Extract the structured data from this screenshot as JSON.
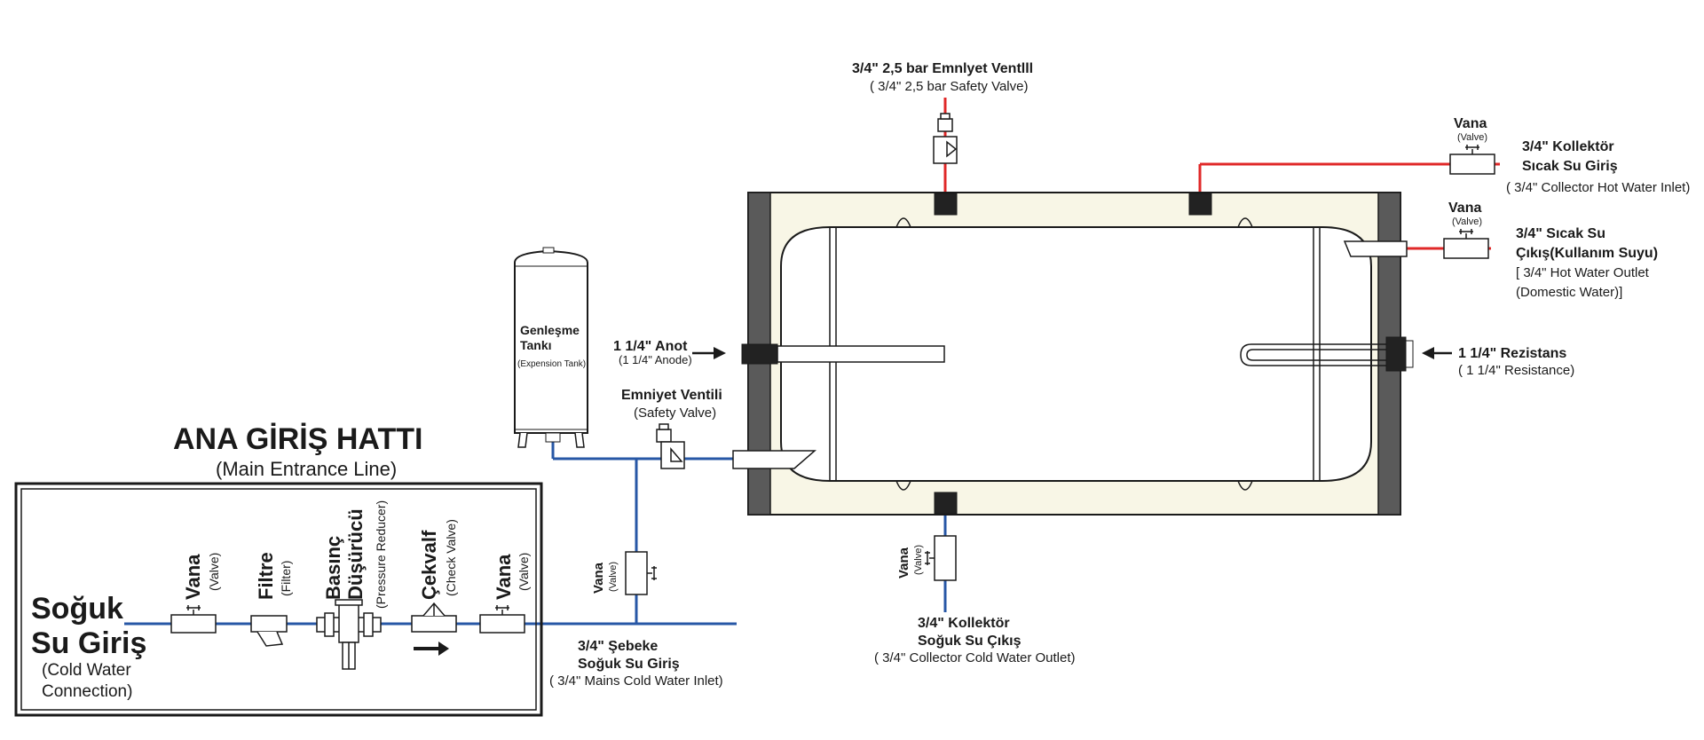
{
  "colors": {
    "cold_line": "#2757a6",
    "hot_line": "#e02828",
    "tank_fill": "#f8f6e6",
    "tank_end": "#5a5a5a",
    "outline": "#1a1a1a"
  },
  "main_line": {
    "title": "ANA GİRİŞ HATTI",
    "subtitle": "(Main Entrance Line)"
  },
  "cold_inlet": {
    "line1": "Soğuk",
    "line2": "Su Giriş",
    "en1": "(Cold Water",
    "en2": "Connection)"
  },
  "vana1": {
    "tr": "Vana",
    "en": "(Valve)"
  },
  "filtre": {
    "tr": "Filtre",
    "en": "(Filter)"
  },
  "reducer": {
    "tr1": "Basınç",
    "tr2": "Düşürücü",
    "en": "(Pressure Reducer)"
  },
  "cekvalf": {
    "tr": "Çekvalf",
    "en": "(Check Valve)"
  },
  "vana2": {
    "tr": "Vana",
    "en": "(Valve)"
  },
  "vana_branch": {
    "tr": "Vana",
    "en": "(Valve)"
  },
  "mains_inlet": {
    "tr1": "3/4\" Şebeke",
    "tr2": "Soğuk Su Giriş",
    "en": "( 3/4\" Mains Cold Water Inlet)"
  },
  "expansion_tank": {
    "tr1": "Genleşme",
    "tr2": "Tankı",
    "en": "(Expension Tank)"
  },
  "safety_valve": {
    "tr": "Emniyet Ventili",
    "en": "(Safety Valve)"
  },
  "anode": {
    "tr": "1 1/4\" Anot",
    "en": "(1 1/4\" Anode)"
  },
  "top_safety": {
    "tr": "3/4\" 2,5 bar Emnlyet Ventlll",
    "en": "( 3/4\" 2,5 bar Safety Valve)"
  },
  "collector_hot": {
    "valve_tr": "Vana",
    "valve_en": "(Valve)",
    "tr1": "3/4\" Kollektör",
    "tr2": "Sıcak Su Giriş",
    "en": "( 3/4\" Collector Hot Water Inlet)"
  },
  "hot_outlet": {
    "valve_tr": "Vana",
    "valve_en": "(Valve)",
    "tr1": "3/4\" Sıcak Su",
    "tr2": "Çıkış(Kullanım Suyu)",
    "en1": "[ 3/4\" Hot Water Outlet",
    "en2": "(Domestic Water)]"
  },
  "resistance": {
    "tr": "1 1/4\" Rezistans",
    "en": "( 1 1/4\" Resistance)"
  },
  "collector_cold": {
    "valve_tr": "Vana",
    "valve_en": "(Valve)",
    "tr1": "3/4\" Kollektör",
    "tr2": "Soğuk Su Çıkış",
    "en": "( 3/4\" Collector Cold Water Outlet)"
  }
}
